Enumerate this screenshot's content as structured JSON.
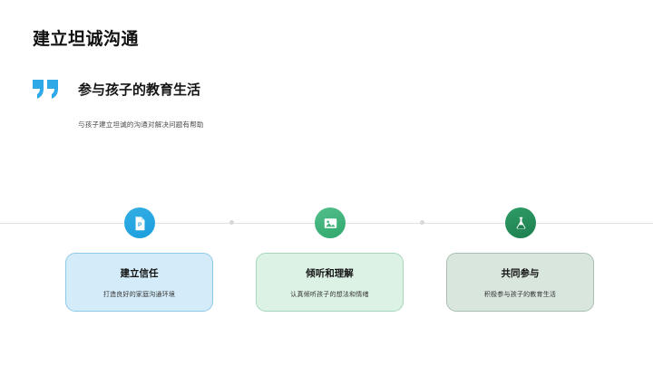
{
  "slide": {
    "title": "建立坦诚沟通",
    "background_color": "#ffffff"
  },
  "quote": {
    "icon": "quote-mark-icon",
    "icon_color": "#2fa8e8",
    "heading": "参与孩子的教育生活",
    "subtitle": "与孩子建立坦诚的沟通对解决问题有帮助"
  },
  "timeline": {
    "line_color": "#e2e2e2",
    "dot_color": "#d8d8d8",
    "nodes": [
      {
        "icon": "document-file-icon",
        "color": "#1b9ede",
        "label": "P"
      },
      {
        "icon": "image-picture-icon",
        "color": "#2fa76c"
      },
      {
        "icon": "flask-beaker-icon",
        "color": "#1d7f4e"
      }
    ]
  },
  "cards": [
    {
      "title": "建立信任",
      "description": "打造良好的家庭沟通环境",
      "background": "#d4ecfa",
      "border": "#8fc9e8"
    },
    {
      "title": "倾听和理解",
      "description": "认真倾听孩子的想法和情绪",
      "background": "#dcf2e5",
      "border": "#a6d7bb"
    },
    {
      "title": "共同参与",
      "description": "积极参与孩子的教育生活",
      "background": "#d8e6dd",
      "border": "#a8bfb2"
    }
  ]
}
